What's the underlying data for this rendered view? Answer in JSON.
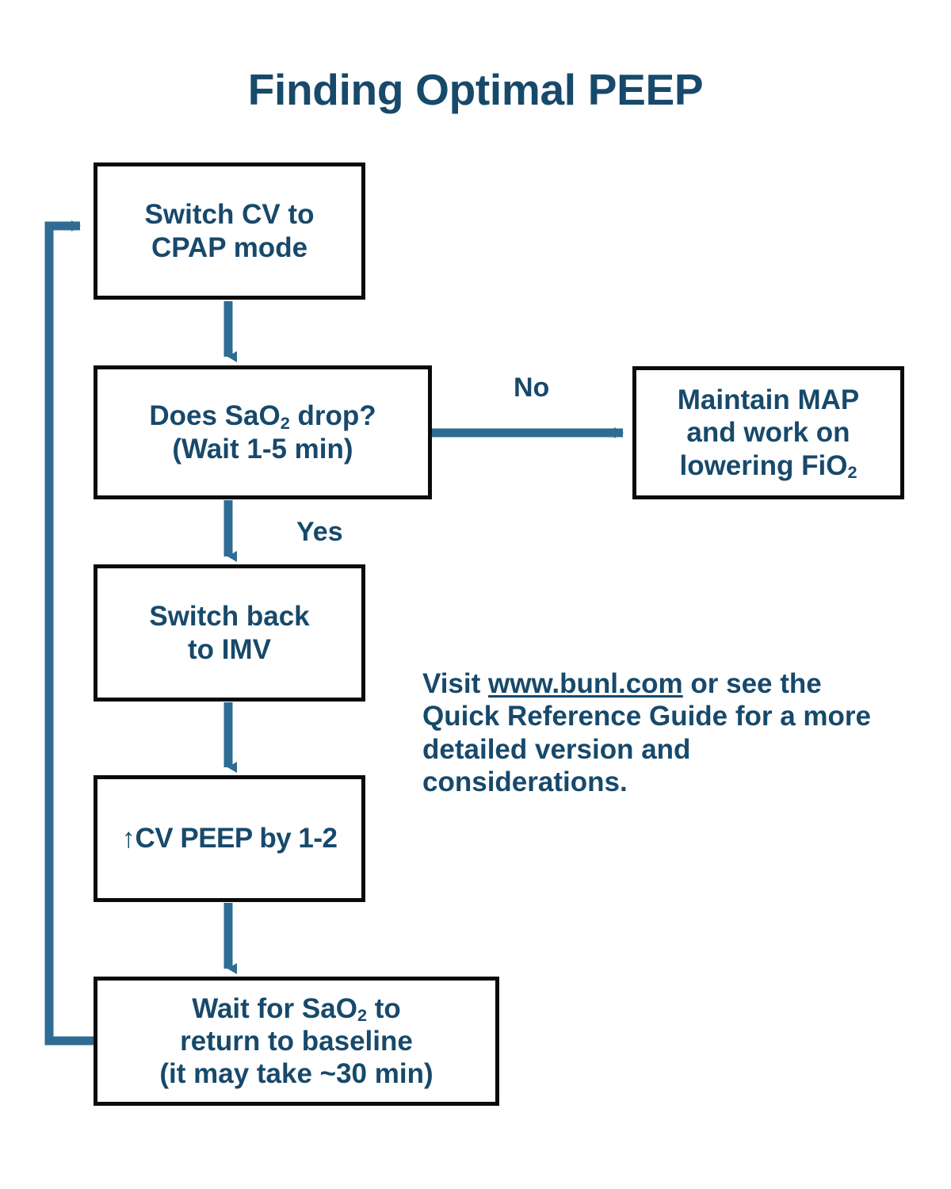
{
  "title": "Finding Optimal PEEP",
  "colors": {
    "text_blue": "#17496B",
    "arrow_blue": "#2E6C93",
    "border_black": "#0b0b0b",
    "background": "#FFFFFF"
  },
  "nodes": {
    "cpap": {
      "line1": "Switch CV to",
      "line2": "CPAP mode"
    },
    "decision": {
      "line1_pre": "Does SaO",
      "line1_sub": "2",
      "line1_post": " drop?",
      "line2": "(Wait 1-5 min)"
    },
    "maintain": {
      "line1": "Maintain MAP",
      "line2": "and work on",
      "line3_pre": "lowering FiO",
      "line3_sub": "2"
    },
    "imv": {
      "line1": "Switch back",
      "line2": "to IMV"
    },
    "peep": {
      "line1": "↑CV PEEP by 1-2"
    },
    "wait": {
      "line1_pre": "Wait for SaO",
      "line1_sub": "2",
      "line1_post": " to",
      "line2": "return to baseline",
      "line3": "(it may take ~30 min)"
    }
  },
  "edges": {
    "no_label": "No",
    "yes_label": "Yes"
  },
  "note": {
    "pre": "Visit ",
    "link": "www.bunl.com",
    "post": " or see the Quick Reference Guide for a more detailed version and considerations."
  },
  "chart_data": {
    "type": "diagram",
    "diagram_kind": "flowchart",
    "title": "Finding Optimal PEEP",
    "nodes": [
      {
        "id": "cpap",
        "label": "Switch CV to CPAP mode",
        "shape": "rectangle"
      },
      {
        "id": "decision",
        "label": "Does SaO2 drop? (Wait 1-5 min)",
        "shape": "rectangle"
      },
      {
        "id": "maintain",
        "label": "Maintain MAP and work on lowering FiO2",
        "shape": "rectangle"
      },
      {
        "id": "imv",
        "label": "Switch back to IMV",
        "shape": "rectangle"
      },
      {
        "id": "peep",
        "label": "↑CV PEEP by 1-2",
        "shape": "rectangle"
      },
      {
        "id": "wait",
        "label": "Wait for SaO2 to return to baseline (it may take ~30 min)",
        "shape": "rectangle"
      }
    ],
    "edges": [
      {
        "from": "cpap",
        "to": "decision",
        "label": ""
      },
      {
        "from": "decision",
        "to": "maintain",
        "label": "No"
      },
      {
        "from": "decision",
        "to": "imv",
        "label": "Yes"
      },
      {
        "from": "imv",
        "to": "peep",
        "label": ""
      },
      {
        "from": "peep",
        "to": "wait",
        "label": ""
      },
      {
        "from": "wait",
        "to": "cpap",
        "label": ""
      }
    ]
  }
}
